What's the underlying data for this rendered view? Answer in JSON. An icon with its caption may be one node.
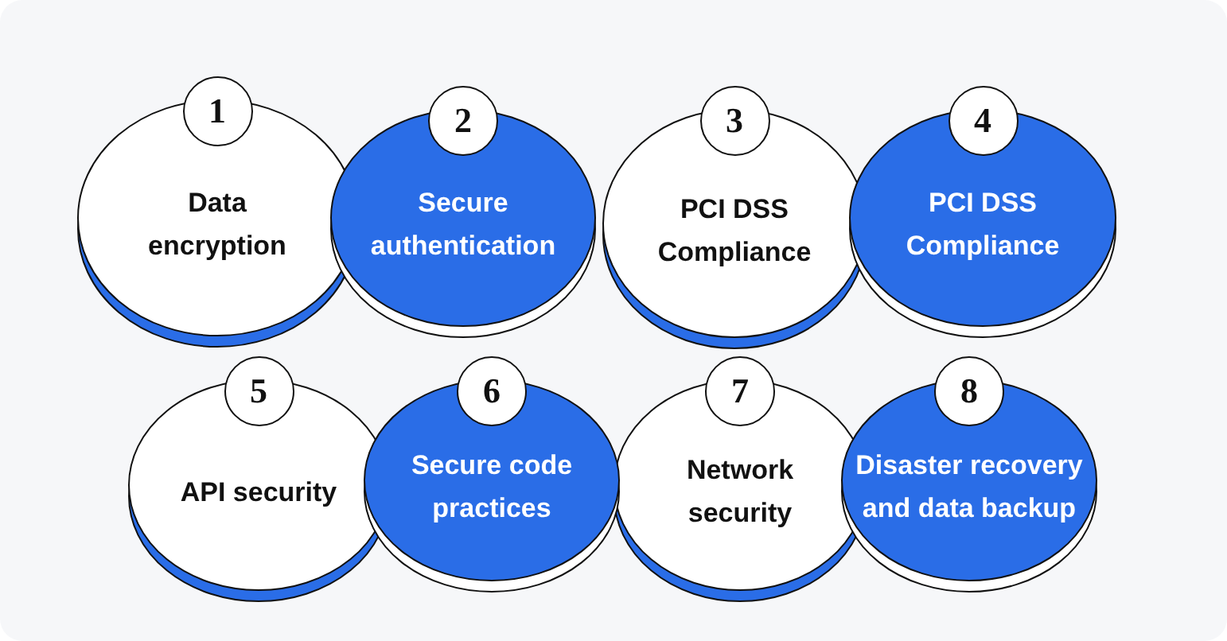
{
  "diagram": {
    "nodes": [
      {
        "text": [
          "1",
          "Data encryption"
        ]
      },
      {
        "text": [
          "2",
          "Secure authentication"
        ]
      },
      {
        "text": [
          "3",
          "PCI DSS Compliance"
        ]
      },
      {
        "text": [
          "4",
          "PCI DSS Compliance"
        ]
      },
      {
        "text": [
          "5",
          "API security"
        ]
      },
      {
        "text": [
          "6",
          "Secure code practices"
        ]
      },
      {
        "text": [
          "7",
          "Network security"
        ]
      },
      {
        "text": [
          "8",
          "Disaster recovery and data backup"
        ]
      }
    ]
  }
}
